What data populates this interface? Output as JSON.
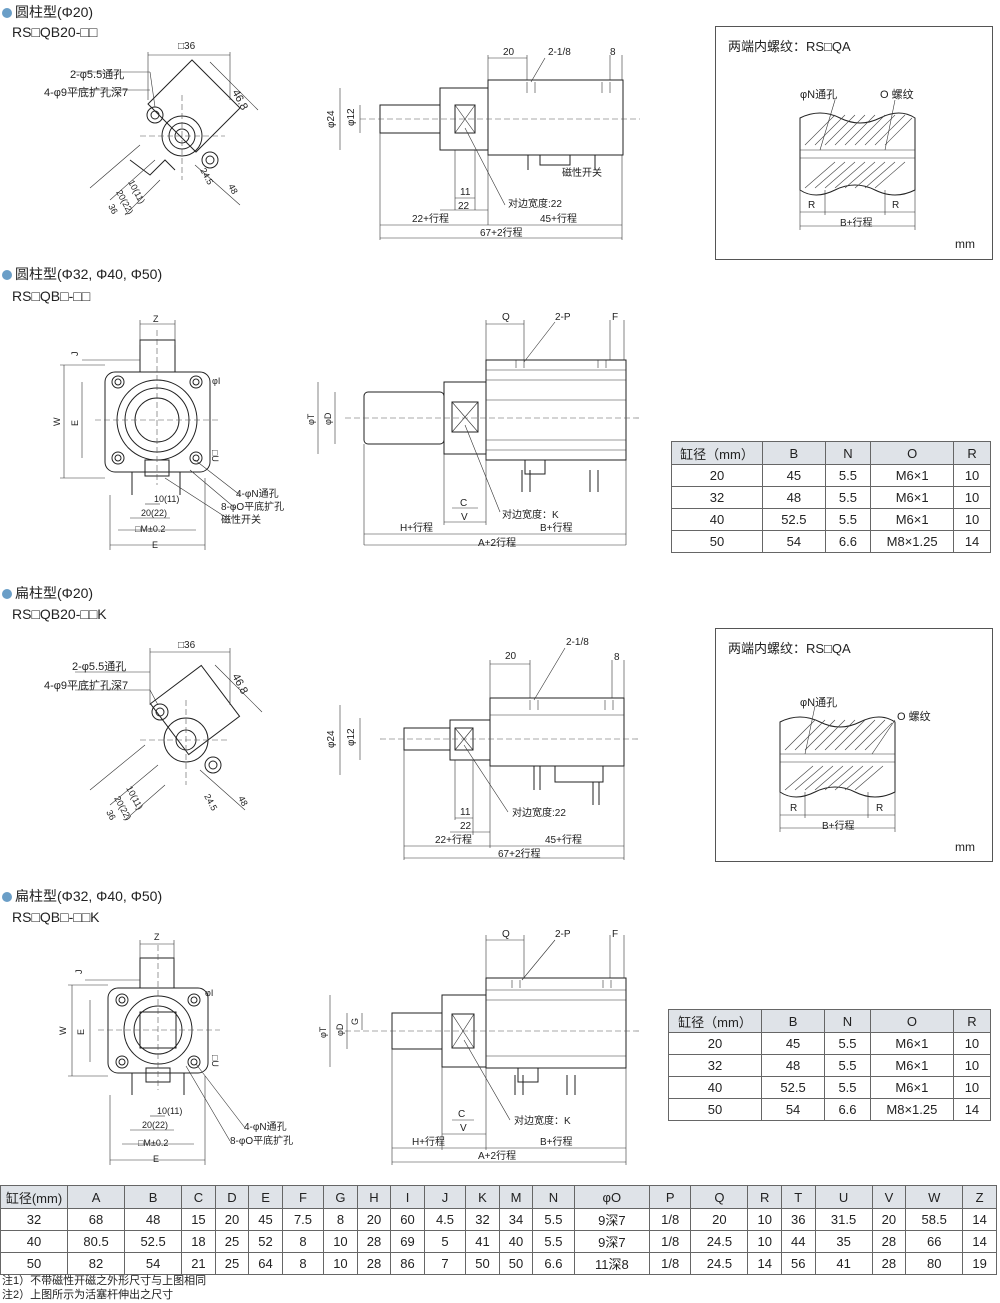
{
  "sections": [
    {
      "title": "圆柱型(Φ20)",
      "model": "RS□QB20-□□"
    },
    {
      "title": "圆柱型(Φ32, Φ40, Φ50)",
      "model": "RS□QB□-□□"
    },
    {
      "title": "扁柱型(Φ20)",
      "model": "RS□QB20-□□K"
    },
    {
      "title": "扁柱型(Φ32, Φ40, Φ50)",
      "model": "RS□QB□-□□K"
    }
  ],
  "d20_front": {
    "top": "□36",
    "hole1": "2-φ5.5通孔",
    "hole2": "4-φ9平底扩孔深7",
    "diag": "46.8",
    "d1": "10(11)",
    "d2": "20(22)",
    "d3": "36",
    "d4": "24.5",
    "d5": "48"
  },
  "d20_side": {
    "top1": "20",
    "port": "2-1/8",
    "top2": "8",
    "phi24": "φ24",
    "phi12": "φ12",
    "switch": "磁性开关",
    "b11": "11",
    "b22": "22",
    "across": "对边宽度:22",
    "rod": "22+行程",
    "body": "45+行程",
    "total": "67+2行程"
  },
  "thread_box": {
    "title": "两端内螺纹：RS□QA",
    "n_hole": "φN通孔",
    "o_thread": "O 螺纹",
    "r": "R",
    "b_stroke": "B+行程",
    "unit": "mm"
  },
  "dx_front": {
    "z": "Z",
    "j": "J",
    "w": "W",
    "e": "E",
    "i": "φI",
    "u": "□U",
    "n_hole": "4-φN通孔",
    "o_hole": "8-φO平底扩孔",
    "switch": "磁性开关",
    "d1": "10(11)",
    "d2": "20(22)",
    "m": "□M±0.2",
    "e_b": "E"
  },
  "dx_side": {
    "q": "Q",
    "port": "2-P",
    "f": "F",
    "t": "φT",
    "d": "φD",
    "g": "G",
    "c": "C",
    "v": "V",
    "across": "对边宽度：K",
    "h": "H+行程",
    "b": "B+行程",
    "a": "A+2行程"
  },
  "small_table": {
    "headers": [
      "缸径（mm）",
      "B",
      "N",
      "O",
      "R"
    ],
    "rows": [
      [
        "20",
        "45",
        "5.5",
        "M6×1",
        "10"
      ],
      [
        "32",
        "48",
        "5.5",
        "M6×1",
        "10"
      ],
      [
        "40",
        "52.5",
        "5.5",
        "M6×1",
        "10"
      ],
      [
        "50",
        "54",
        "6.6",
        "M8×1.25",
        "14"
      ]
    ]
  },
  "big_table": {
    "headers": [
      "缸径(mm)",
      "A",
      "B",
      "C",
      "D",
      "E",
      "F",
      "G",
      "H",
      "I",
      "J",
      "K",
      "M",
      "N",
      "φO",
      "P",
      "Q",
      "R",
      "T",
      "U",
      "V",
      "W",
      "Z"
    ],
    "rows": [
      [
        "32",
        "68",
        "48",
        "15",
        "20",
        "45",
        "7.5",
        "8",
        "20",
        "60",
        "4.5",
        "32",
        "34",
        "5.5",
        "9深7",
        "1/8",
        "20",
        "10",
        "36",
        "31.5",
        "20",
        "58.5",
        "14"
      ],
      [
        "40",
        "80.5",
        "52.5",
        "18",
        "25",
        "52",
        "8",
        "10",
        "28",
        "69",
        "5",
        "41",
        "40",
        "5.5",
        "9深7",
        "1/8",
        "24.5",
        "10",
        "44",
        "35",
        "28",
        "66",
        "14"
      ],
      [
        "50",
        "82",
        "54",
        "21",
        "25",
        "64",
        "8",
        "10",
        "28",
        "86",
        "7",
        "50",
        "50",
        "6.6",
        "11深8",
        "1/8",
        "24.5",
        "14",
        "56",
        "41",
        "28",
        "80",
        "19"
      ]
    ]
  },
  "notes": [
    "注1）不带磁性开磁之外形尺寸与上图相同",
    "注2）上图所示为活塞杆伸出之尺寸"
  ]
}
